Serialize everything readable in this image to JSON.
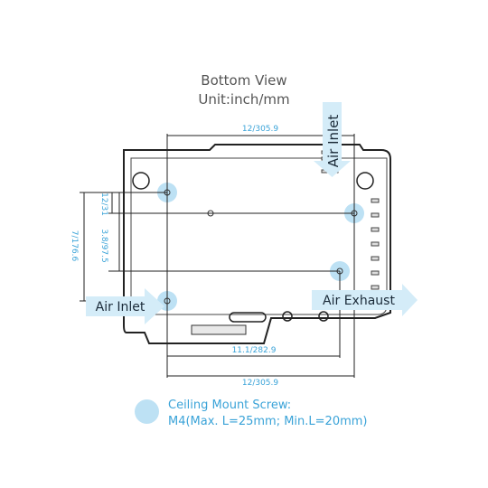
{
  "header": {
    "title": "Bottom View",
    "unit": "Unit:inch/mm"
  },
  "dimensions": {
    "top_width": "12/305.9",
    "left_small": "12/31",
    "left_mid": "3.8/97.5",
    "left_total": "7/176.6",
    "bottom_inner": "11.1/282.9",
    "bottom_width": "12/305.9"
  },
  "labels": {
    "air_inlet_top": "Air Inlet",
    "air_inlet_left": "Air Inlet",
    "air_exhaust": "Air Exhaust"
  },
  "legend": {
    "line1": "Ceiling Mount Screw:",
    "line2": "M4(Max. L=25mm; Min.L=20mm)"
  },
  "colors": {
    "accent": "#3aa3d8",
    "screw_highlight": "#bde1f4",
    "arrow_fill": "#d4ecf8",
    "outline": "#222222"
  }
}
